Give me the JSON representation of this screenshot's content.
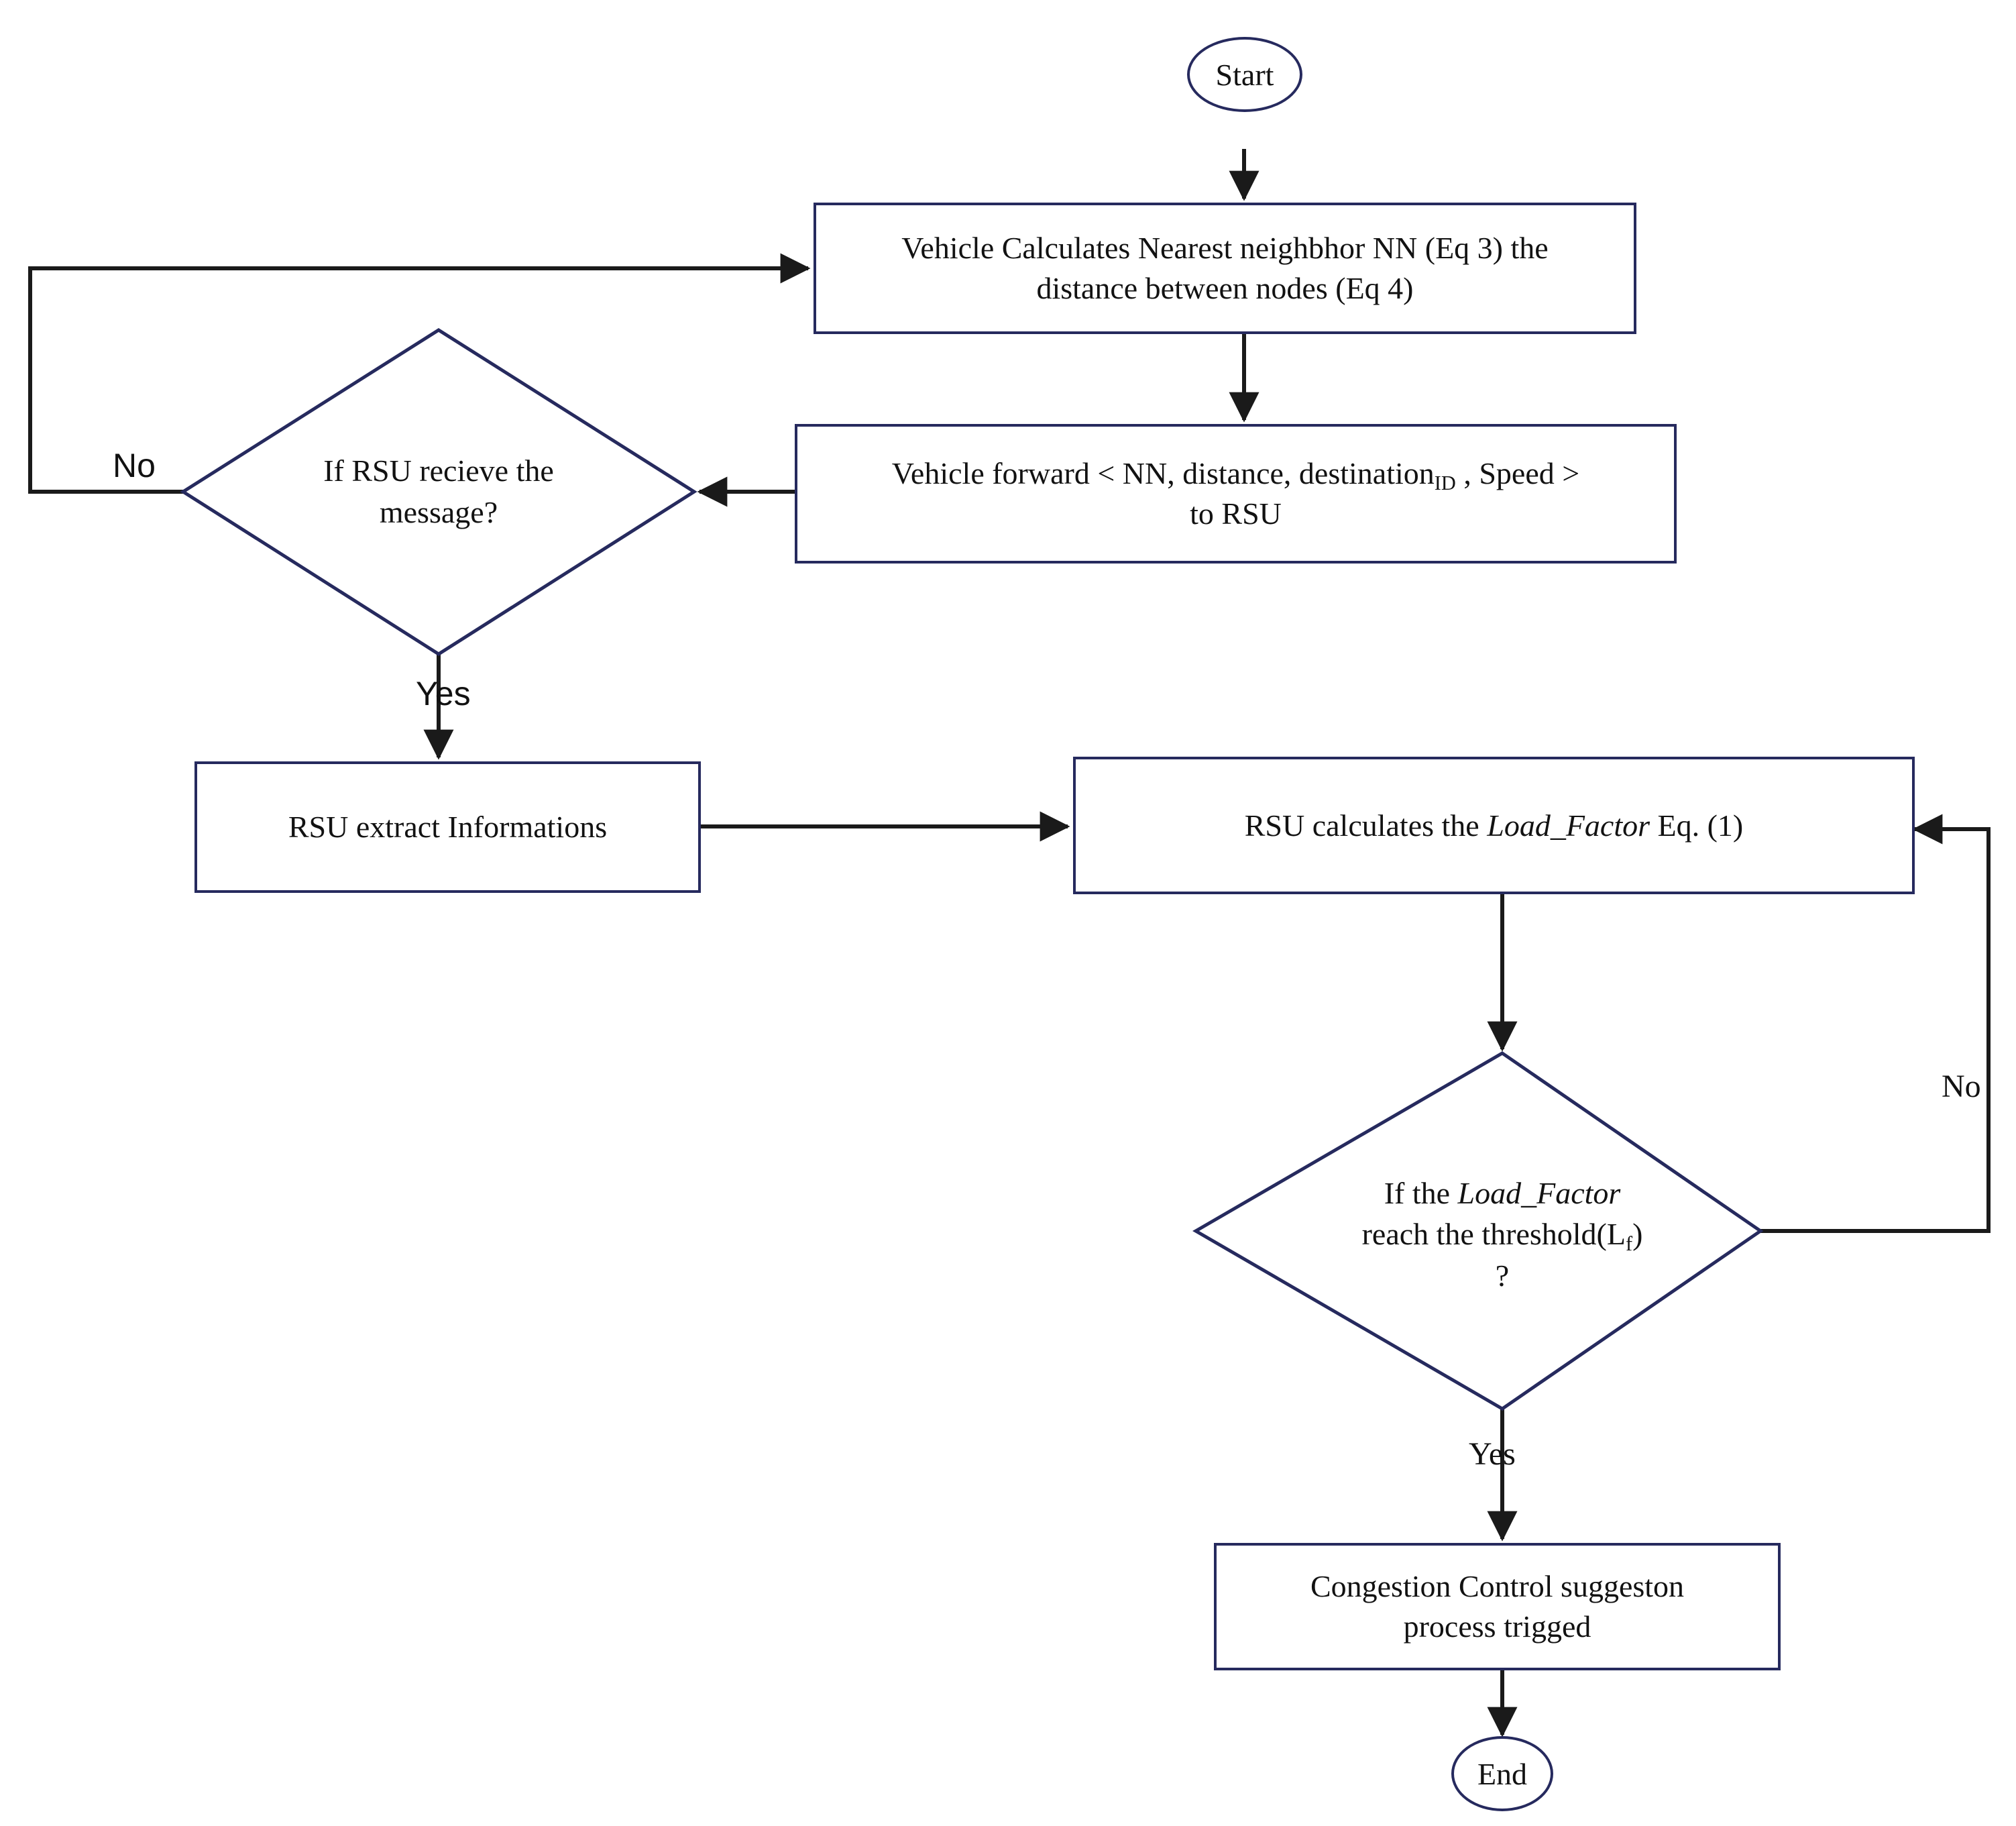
{
  "diagram": {
    "type": "flowchart",
    "title": "RSU congestion control flowchart",
    "colors": {
      "shape_border": "#262a5e",
      "edge_stroke": "#1a1a1a",
      "text": "#121212",
      "background": "#ffffff"
    }
  },
  "nodes": {
    "start": {
      "label": "Start",
      "shape": "terminator"
    },
    "calc_nn": {
      "line1": "Vehicle Calculates Nearest neighbhor NN (Eq 3)  the",
      "line2": "distance between nodes (Eq 4)",
      "shape": "process"
    },
    "forward": {
      "prefix": "Vehicle forward < NN, distance, destination",
      "subscript": "ID",
      "suffix": " , Speed >",
      "line2": "to RSU",
      "shape": "process"
    },
    "rsu_receive": {
      "line1": "If RSU recieve the",
      "line2": "message?",
      "shape": "decision"
    },
    "extract": {
      "label": "RSU extract Informations",
      "shape": "process"
    },
    "load_factor": {
      "prefix": "RSU calculates the ",
      "italic": "Load_Factor",
      "suffix": "  Eq. (1)",
      "shape": "process"
    },
    "threshold": {
      "line1_prefix": "If the ",
      "line1_italic": "Load_Factor",
      "line2_prefix": "reach the threshold(L",
      "line2_subscript": "f",
      "line2_suffix": ")",
      "line3": "?",
      "shape": "decision"
    },
    "congestion": {
      "line1": "Congestion Control suggeston",
      "line2": "process trigged",
      "shape": "process"
    },
    "end": {
      "label": "End",
      "shape": "terminator"
    }
  },
  "edge_labels": {
    "no_left": "No",
    "yes_left": "Yes",
    "no_right": "No",
    "yes_bottom": "Yes"
  }
}
